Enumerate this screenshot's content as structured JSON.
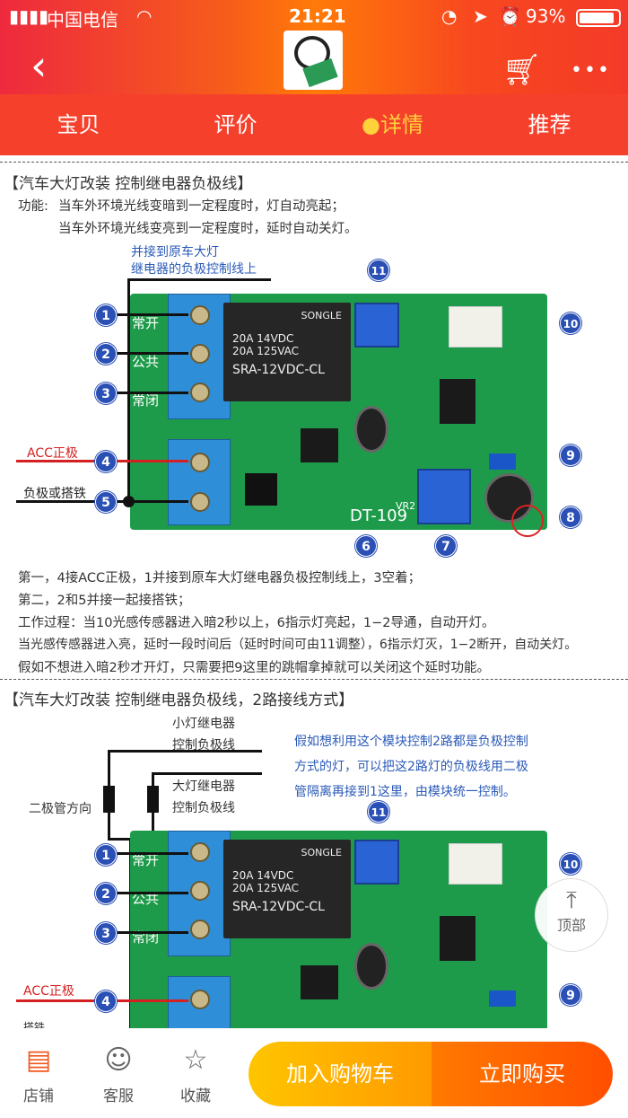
{
  "status_bar": {
    "carrier": "中国电信",
    "time": "21:21",
    "battery": "93%"
  },
  "nav": {
    "back": "‹",
    "cart": "cart",
    "more": "•••"
  },
  "tabs": [
    {
      "label": "宝贝"
    },
    {
      "label": "评价"
    },
    {
      "label": "详情",
      "active": true
    },
    {
      "label": "推荐"
    }
  ],
  "section1": {
    "title": "【汽车大灯改装  控制继电器负极线】",
    "func_label": "功能:",
    "func_line1": "当车外环境光线变暗到一定程度时，灯自动亮起；",
    "func_line2": "当车外环境光线变亮到一定程度时，延时自动关灯。",
    "note_line1": "并接到原车大灯",
    "note_line2": "继电器的负极控制线上",
    "acc_label": "ACC正极",
    "ground_label": "负极或搭铁",
    "terminals": [
      "常开",
      "公共",
      "常闭"
    ],
    "relay": {
      "brand": "SONGLE",
      "spec1": "20A 14VDC",
      "spec2": "20A 125VAC",
      "model": "SRA-12VDC-CL"
    },
    "board_model": "DT-109",
    "vr": "VR2",
    "numbers": [
      "1",
      "2",
      "3",
      "4",
      "5",
      "6",
      "7",
      "8",
      "9",
      "10",
      "11"
    ],
    "paragraphs": [
      "第一，4接ACC正极，1并接到原车大灯继电器负极控制线上，3空着；",
      "第二，2和5并接一起接搭铁；",
      "工作过程：当10光感传感器进入暗2秒以上，6指示灯亮起，1−2导通，自动开灯。",
      "当光感传感器进入亮，延时一段时间后（延时时间可由11调整），6指示灯灭，1−2断开，自动关灯。",
      "假如不想进入暗2秒才开灯，只需要把9这里的跳帽拿掉就可以关闭这个延时功能。"
    ]
  },
  "section2": {
    "title": "【汽车大灯改装  控制继电器负极线，2路接线方式】",
    "small_relay_1": "小灯继电器",
    "small_relay_2": "控制负极线",
    "big_relay_1": "大灯继电器",
    "big_relay_2": "控制负极线",
    "diode_label": "二极管方向",
    "note": [
      "假如想利用这个模块控制2路都是负极控制",
      "方式的灯，可以把这2路灯的负极线用二极",
      "管隔离再接到1这里，由模块统一控制。"
    ],
    "acc_label": "ACC正极",
    "ground_label": "搭铁"
  },
  "back_to_top": "顶部",
  "bottom_bar": {
    "shop": "店铺",
    "service": "客服",
    "favorite": "收藏",
    "add_cart": "加入购物车",
    "buy_now": "立即购买"
  },
  "colors": {
    "accent": "#f5402c",
    "active_tab": "#ffd23c",
    "label_blue": "#2a4fb5"
  }
}
